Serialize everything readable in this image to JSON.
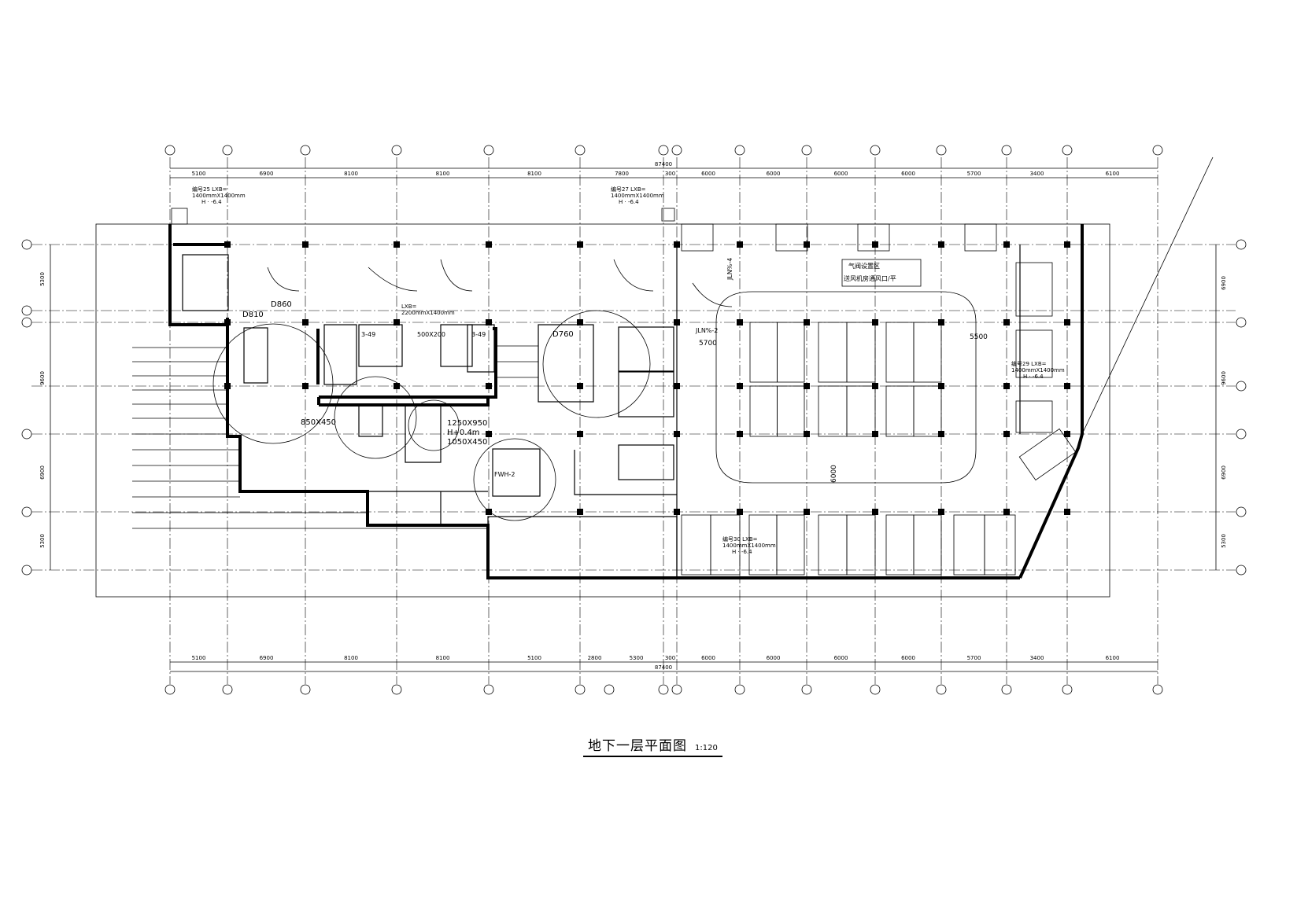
{
  "title": "地下一层平面图",
  "scale": "1:120",
  "total_dim": "87400",
  "top_dims": [
    "5100",
    "6900",
    "8100",
    "8100",
    "8100",
    "7800",
    "300",
    "6000",
    "6000",
    "6000",
    "6000",
    "5700",
    "3400",
    "6100"
  ],
  "bottom_dims": [
    "5100",
    "6900",
    "8100",
    "8100",
    "5100",
    "2800",
    "5300",
    "300",
    "6000",
    "6000",
    "6000",
    "6000",
    "5700",
    "3400",
    "6100"
  ],
  "left_dims": [
    "5300",
    "9600",
    "6900",
    "5300"
  ],
  "right_dims": [
    "6900",
    "9600",
    "6900",
    "5300"
  ],
  "notes": {
    "n1": "编号25 LXB=",
    "n1b": "1400mmX1400mm",
    "n1c": "H · -6.4",
    "n2": "编号27 LXB=",
    "n2b": "1400mmX1400mm",
    "n2c": "H · -6.4",
    "n3": "编号29 LXB=",
    "n3b": "1400mmX1400mm",
    "n3c": "H · -6.4",
    "n4": "编号30 LXB=",
    "n4b": "1400mmX1400mm",
    "n4c": "H · -6.4",
    "n5": "LXB=",
    "n5b": "2200mmX1400mm",
    "d1": "D860",
    "d2": "D810",
    "d3": "D760",
    "d4": "850X450",
    "d5": "1250X950",
    "d6": "H+0.4m",
    "d7": "1050X450",
    "d8": "5700",
    "d9": "5500",
    "d10": "6000",
    "d11": "JLN%-2",
    "d12": "JLN%-4",
    "d13": "FWH-2",
    "d14": "3-49",
    "d15": "3-49",
    "d16": "500X200",
    "box1": "气阀设置区",
    "box2": "送风机房通风口/平"
  }
}
